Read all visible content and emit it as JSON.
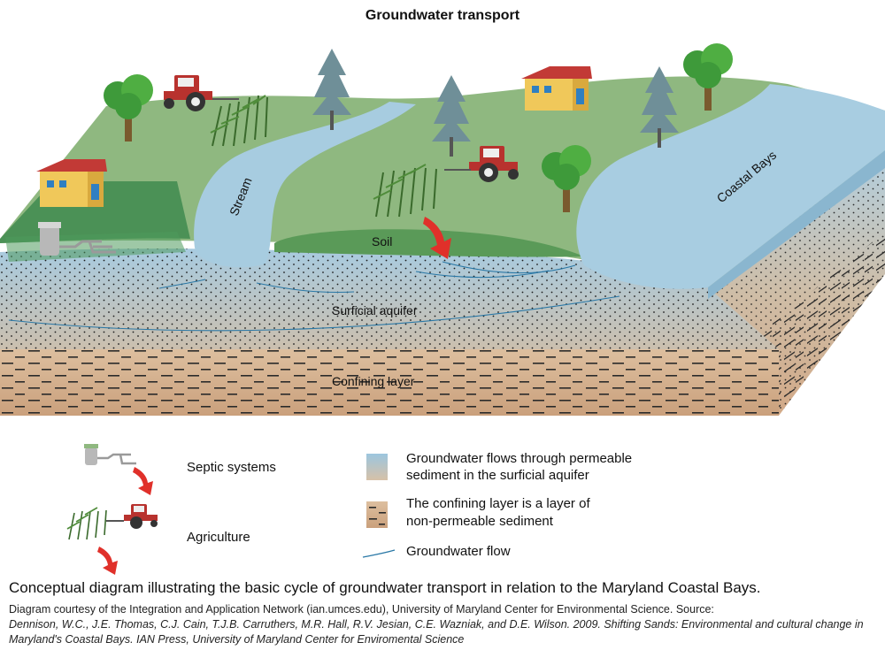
{
  "title": "Groundwater transport",
  "labels": {
    "stream": "Stream",
    "coastal_bays": "Coastal Bays",
    "soil": "Soil",
    "surficial_aquifer": "Surficial aquifer",
    "confining_layer": "Confining layer"
  },
  "legend": {
    "septic": "Septic systems",
    "agriculture": "Agriculture",
    "aquifer_line1": "Groundwater flows through permeable",
    "aquifer_line2": "sediment in the surficial aquifer",
    "confining_line1": "The confining layer is a layer of",
    "confining_line2": "non-permeable sediment",
    "flow": "Groundwater flow"
  },
  "caption": {
    "main": "Conceptual diagram illustrating the basic cycle of groundwater transport in relation to the Maryland Coastal Bays.",
    "credit": "Diagram courtesy of the Integration and Application Network (ian.umces.edu), University of Maryland Center for Environmental Science. Source:",
    "cite1": "Dennison, W.C., J.E. Thomas, C.J. Cain, T.J.B. Carruthers,  M.R. Hall, R.V. Jesian, C.E. Wazniak, and D.E. Wilson. 2009. Shifting Sands: Environmental and cultural change in",
    "cite2": " Maryland's Coastal Bays. IAN Press, University of Maryland Center for Enviromental Science"
  },
  "colors": {
    "land": "#8fb880",
    "land_dark": "#3f8a4f",
    "water": "#a7cce0",
    "aquifer": "#b9d3e2",
    "sand": "#d8b99a",
    "tractor": "#b8322e",
    "arrow": "#e0302a",
    "house_wall": "#f0c85a",
    "house_roof": "#c23a36"
  },
  "icons": [
    "tree-icon",
    "pine-tree-icon",
    "house-icon",
    "tractor-icon",
    "cornfield-icon",
    "septic-tank-icon",
    "red-arrow-icon"
  ]
}
